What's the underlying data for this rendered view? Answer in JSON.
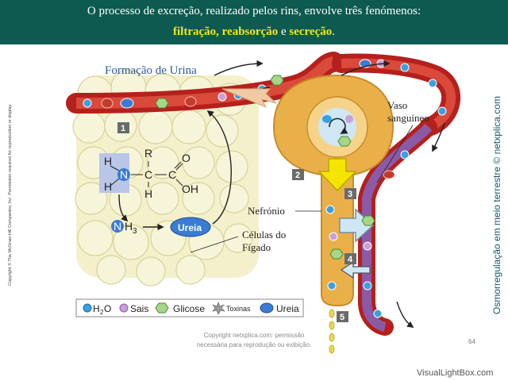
{
  "header": {
    "line1": "O processo de excreção, realizado pelos rins, envolve três fenómenos:",
    "term1": "filtração,",
    "term2": "reabsorção",
    "conj": "e",
    "term3": "secreção",
    "end": "."
  },
  "diagram": {
    "title": "Formação de Urina",
    "labels": {
      "vaso_line1": "Vaso",
      "vaso_line2": "sanguíneo",
      "nefronio": "Nefrónio",
      "celulas_line1": "Células do",
      "celulas_line2": "Fígado"
    },
    "molecule": {
      "r": "R",
      "c1": "C",
      "c2": "C",
      "o": "O",
      "oh": "OH",
      "h_top": "H",
      "h_bottom": "H",
      "h_lower": "H",
      "n": "N",
      "nh3_n": "N",
      "nh3_h": "H",
      "nh3_sub": "3",
      "ureia_blob": "Ureia"
    },
    "steps": [
      "1",
      "2",
      "3",
      "4",
      "5"
    ],
    "legend": {
      "h2o": "H",
      "h2o_sub": "2",
      "h2o_end": "O",
      "sais": "Sais",
      "glicose": "Glicose",
      "toxinas": "Toxinas",
      "ureia": "Ureia"
    }
  },
  "side_left": "Copyright © The McGraw-Hill Companies, Inc. Permission required for reproduction or display.",
  "side_right": "Osmorregulação em meio terrestre © netxplica.com",
  "footer": {
    "copy_line1": "Copyright netxplica.com: permissão",
    "copy_line2": "necessária para reprodução ou exibição.",
    "page": "64",
    "watermark": "VisualLightBox.com"
  },
  "colors": {
    "header_bg": "#0c5a50",
    "highlight": "#f2e61a",
    "vessel": "#b5201c",
    "nephron": "#e9b04a",
    "liver": "#f2efc8",
    "arrow_yellow": "#f5e400",
    "arrow_blue": "#cfe6f5"
  },
  "icons": [
    "water-dot-icon",
    "salt-dot-icon",
    "glucose-hexagon-icon",
    "toxin-star-icon",
    "urea-ellipse-icon",
    "filtration-arrow-icon",
    "reabsorption-arrow-icon",
    "secretion-arrow-icon",
    "flow-arrow-icon"
  ]
}
